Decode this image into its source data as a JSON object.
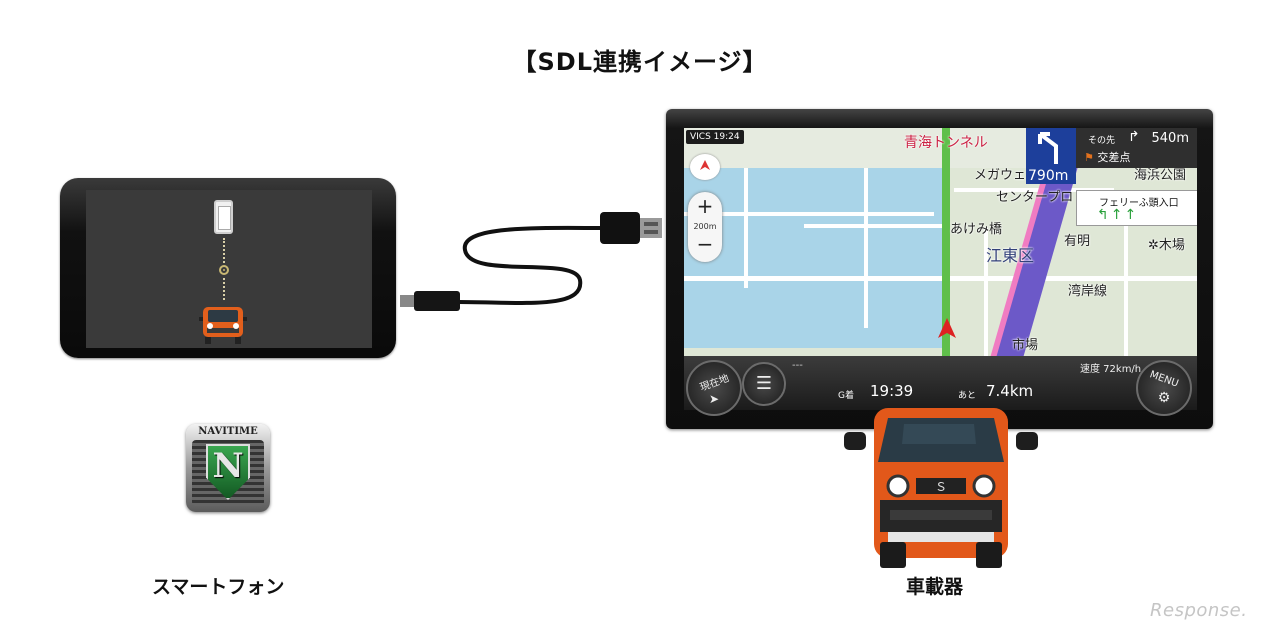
{
  "title": "【SDL連携イメージ】",
  "captions": {
    "smartphone": "スマートフォン",
    "car_device": "車載器"
  },
  "app_icon": {
    "label": "NAVITIME",
    "letter": "N"
  },
  "navi_screen": {
    "vics": "VICS 19:24",
    "zoom_scale": "200m",
    "zoom_in": "+",
    "zoom_out": "−",
    "guide_next_label": "その先",
    "guide_next_distance": "540m",
    "guide_distance": "790m",
    "junction_label": "交差点",
    "ferry_entrance": "フェリーふ頭入口",
    "lane_arrows": "↰↑↑",
    "map_labels": {
      "tunnel": "青海トンネル",
      "megaweb": "メガウェ",
      "center": "センタープロ",
      "akemibashi": "あけみ橋",
      "koto": "江東区",
      "ariake": "有明",
      "line": "湾岸線",
      "kiba": "✲木場",
      "market": "市場",
      "park": "海浜公園"
    },
    "bottom": {
      "current_location": "現在地",
      "dashes": "---",
      "arrival_label": "G着",
      "arrival_time": "19:39",
      "remaining_label": "あと",
      "remaining_distance": "7.4km",
      "speed": "速度 72km/h",
      "menu": "MENU"
    }
  },
  "watermark": "Response."
}
